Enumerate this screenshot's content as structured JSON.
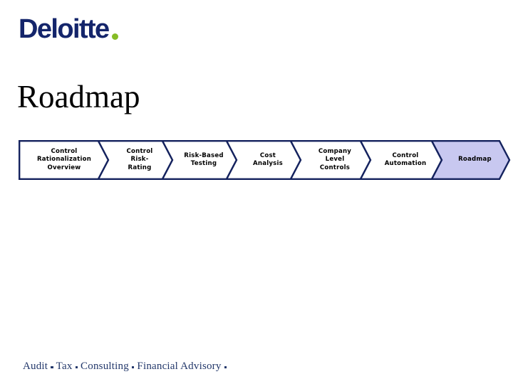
{
  "brand": {
    "logo_text": "Deloitte",
    "logo_dot": "green-dot",
    "logo_color": "#14256B",
    "dot_color": "#86BC25"
  },
  "page": {
    "title": "Roadmap",
    "background_color": "#FFFFFF"
  },
  "process_bar": {
    "outline_color": "#14225E",
    "fill_color": "#FFFFFF",
    "highlight_color": "#C8C8F0",
    "steps": [
      {
        "label": "Control Rationalization Overview",
        "lines": [
          "Control",
          "Rationalization",
          "Overview"
        ],
        "active": false
      },
      {
        "label": "Control Risk-Rating",
        "lines": [
          "Control",
          "Risk-",
          "Rating"
        ],
        "active": false
      },
      {
        "label": "Risk-Based Testing",
        "lines": [
          "Risk-Based",
          "Testing"
        ],
        "active": false
      },
      {
        "label": "Cost Analysis",
        "lines": [
          "Cost",
          "Analysis"
        ],
        "active": false
      },
      {
        "label": "Company Level Controls",
        "lines": [
          "Company",
          "Level",
          "Controls"
        ],
        "active": false
      },
      {
        "label": "Control Automation",
        "lines": [
          "Control",
          "Automation"
        ],
        "active": false
      },
      {
        "label": "Roadmap",
        "lines": [
          "Roadmap"
        ],
        "active": true
      }
    ]
  },
  "footer": {
    "color": "#23386B",
    "separator": "square-dot",
    "segments": [
      "Audit",
      "Tax",
      "Consulting",
      "Financial Advisory"
    ],
    "trailing_separator": true
  }
}
